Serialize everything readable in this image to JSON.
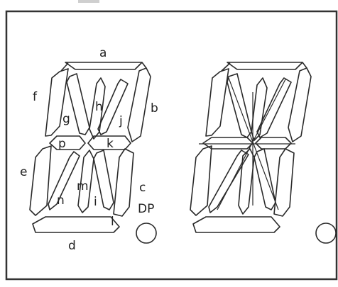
{
  "diagram": {
    "digits": [
      {
        "segment_labels": {
          "a": "a",
          "b": "b",
          "c": "c",
          "d": "d",
          "e": "e",
          "f": "f",
          "g": "g",
          "h": "h",
          "i": "i",
          "j": "j",
          "k": "k",
          "l": "l",
          "m": "m",
          "n": "n",
          "p": "p"
        },
        "dp_label": "DP"
      },
      {
        "segment_labels": {}
      }
    ]
  }
}
